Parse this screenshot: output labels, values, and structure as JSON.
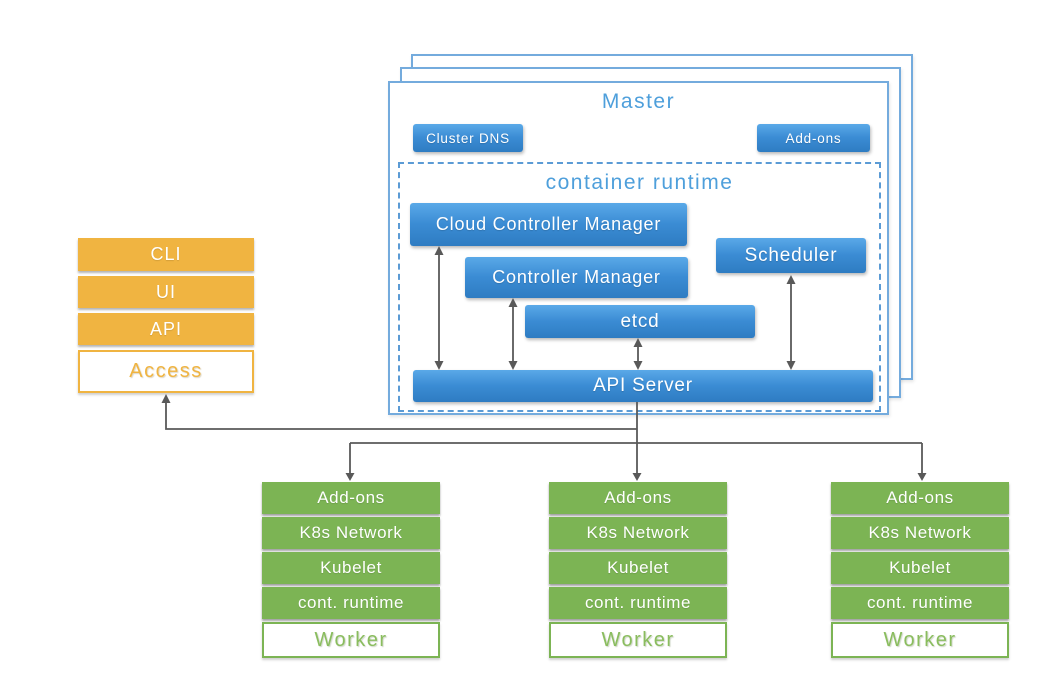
{
  "access_stack": {
    "items": [
      "CLI",
      "UI",
      "API"
    ],
    "footer_label": "Access"
  },
  "master": {
    "title": "Master",
    "buttons": {
      "cluster_dns": "Cluster DNS",
      "addons": "Add-ons"
    },
    "container_runtime": {
      "title": "container runtime",
      "cloud_controller_manager": "Cloud Controller Manager",
      "controller_manager": "Controller Manager",
      "scheduler": "Scheduler",
      "etcd": "etcd",
      "api_server": "API Server"
    }
  },
  "workers": [
    {
      "rows": [
        "Add-ons",
        "K8s Network",
        "Kubelet",
        "cont. runtime"
      ],
      "footer_label": "Worker"
    },
    {
      "rows": [
        "Add-ons",
        "K8s Network",
        "Kubelet",
        "cont. runtime"
      ],
      "footer_label": "Worker"
    },
    {
      "rows": [
        "Add-ons",
        "K8s Network",
        "Kubelet",
        "cont. runtime"
      ],
      "footer_label": "Worker"
    }
  ],
  "colors": {
    "component_blue": "#3E8FD6",
    "title_blue": "#4E9FDB",
    "access_orange": "#F0B441",
    "worker_green": "#7CB454",
    "connector_gray": "#595959"
  }
}
